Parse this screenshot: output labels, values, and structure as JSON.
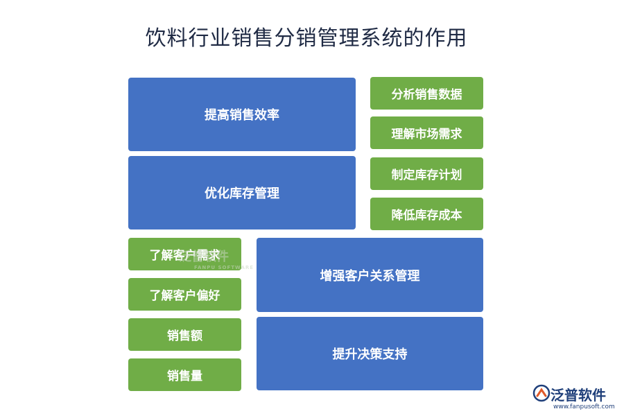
{
  "title": "饮料行业销售分销管理系统的作用",
  "blocks": [
    {
      "label": "提高销售效率",
      "color": "#4472c4"
    },
    {
      "label": "优化库存管理",
      "color": "#4472c4"
    },
    {
      "label": "增强客户关系管理",
      "color": "#4472c4"
    },
    {
      "label": "提升决策支持",
      "color": "#4472c4"
    }
  ],
  "items": [
    {
      "label": "分析销售数据",
      "color": "#70ad47"
    },
    {
      "label": "理解市场需求",
      "color": "#70ad47"
    },
    {
      "label": "制定库存计划",
      "color": "#70ad47"
    },
    {
      "label": "降低库存成本",
      "color": "#70ad47"
    },
    {
      "label": "了解客户需求",
      "color": "#70ad47"
    },
    {
      "label": "了解客户偏好",
      "color": "#70ad47"
    },
    {
      "label": "销售额",
      "color": "#70ad47"
    },
    {
      "label": "销售量",
      "color": "#70ad47"
    }
  ],
  "watermark": {
    "name": "泛普软件",
    "sub": "FANPU SOFTWARE"
  },
  "logo": {
    "name": "泛普软件",
    "url": "www.fanpusoft.com",
    "icon": "fanpu-logo-icon"
  }
}
